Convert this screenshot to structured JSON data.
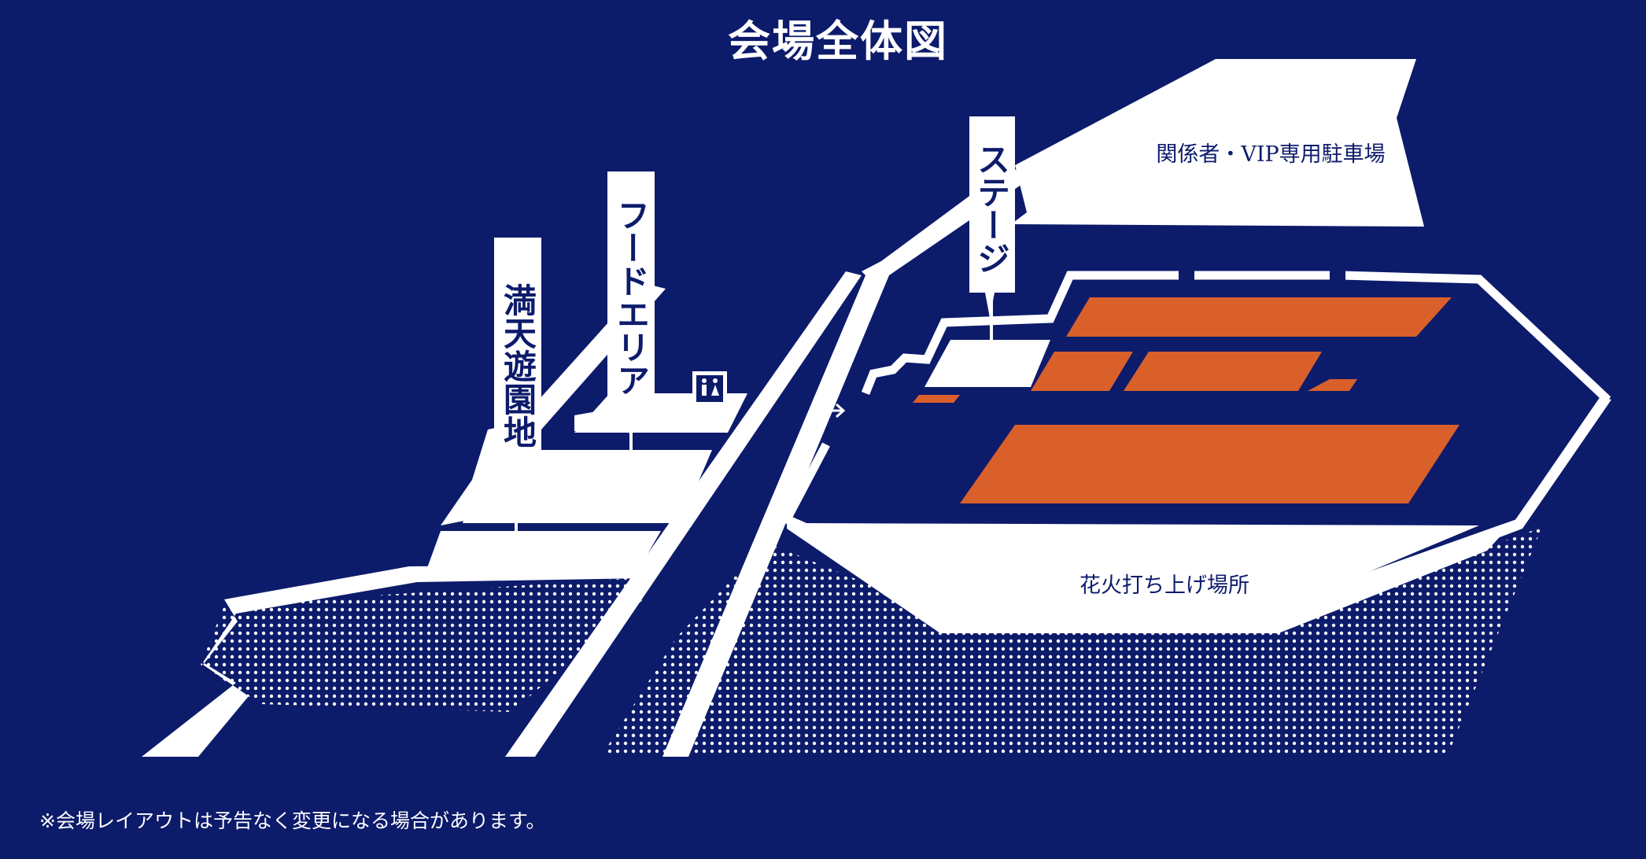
{
  "title": "会場全体図",
  "footnote": "※会場レイアウトは予告なく変更になる場合があります。",
  "labels": {
    "amusement_park": "満天遊園地",
    "food_area": "フードエリア",
    "stage": "ステージ",
    "vip_parking": "関係者・VIP専用駐車場",
    "fireworks_site": "花火打ち上げ場所"
  },
  "icons": {
    "restroom": "restroom-icon",
    "entrance_arrow": "arrow-right-icon",
    "vip_arrow": "arrow-down-icon"
  },
  "colors": {
    "background": "#0d1b6b",
    "outline": "#ffffff",
    "seating": "#d9602a",
    "text_dark": "#0d1b6b"
  }
}
